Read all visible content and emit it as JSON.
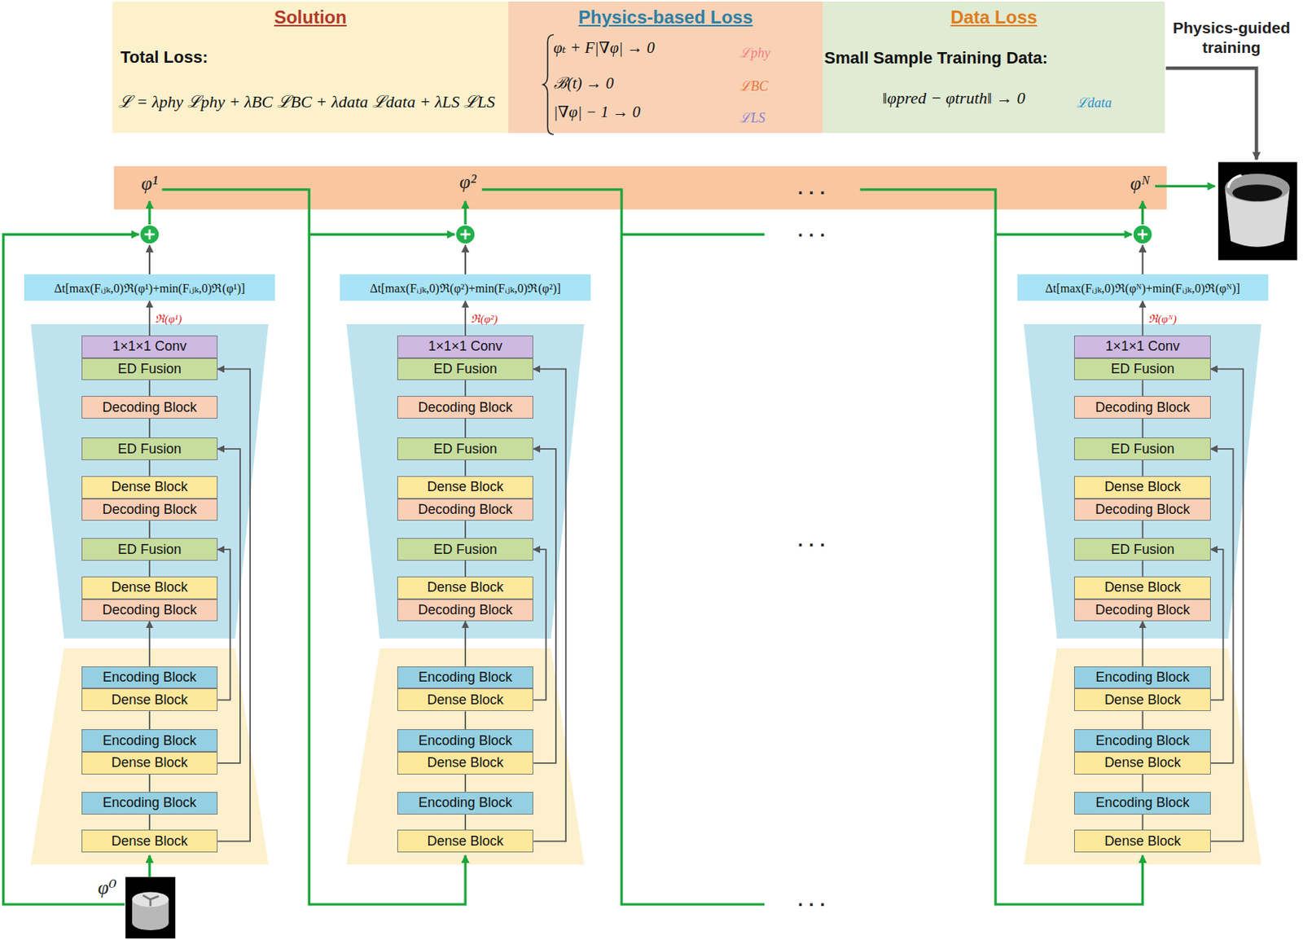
{
  "diagram": {
    "nodes": [
      {
        "text": [
          "Solution",
          "Total Loss:",
          "ℒ = λphy ℒphy + λBC ℒBC + λdata ℒdata + λLS ℒLS"
        ]
      },
      {
        "text": [
          "Physics-based Loss",
          "φₜ + F|∇φ| → 0",
          "ℒphy",
          "ℬ(t) → 0",
          "ℒBC",
          "|∇φ| − 1 → 0",
          "ℒLS"
        ]
      },
      {
        "text": [
          "Data Loss",
          "Small Sample Training Data:",
          "‖φpred − φtruth‖ → 0",
          "ℒdata"
        ]
      },
      {
        "text": [
          "Δt[max(Fᵢⱼₖ,0)ℜ(φ¹)+min(Fᵢⱼₖ,0)ℜ(φ¹)]"
        ]
      },
      {
        "text": [
          "1×1×1 Conv"
        ]
      },
      {
        "text": [
          "ED Fusion"
        ]
      },
      {
        "text": [
          "Decoding Block"
        ]
      },
      {
        "text": [
          "ED Fusion"
        ]
      },
      {
        "text": [
          "Dense Block"
        ]
      },
      {
        "text": [
          "Decoding Block"
        ]
      },
      {
        "text": [
          "ED Fusion"
        ]
      },
      {
        "text": [
          "Dense Block"
        ]
      },
      {
        "text": [
          "Decoding Block"
        ]
      },
      {
        "text": [
          "Encoding Block"
        ]
      },
      {
        "text": [
          "Dense Block"
        ]
      },
      {
        "text": [
          "Encoding Block"
        ]
      },
      {
        "text": [
          "Dense Block"
        ]
      },
      {
        "text": [
          "Encoding Block"
        ]
      },
      {
        "text": [
          "Dense Block"
        ]
      },
      {
        "text": [
          "Δt[max(Fᵢⱼₖ,0)ℜ(φ²)+min(Fᵢⱼₖ,0)ℜ(φ²)]"
        ]
      },
      {
        "text": [
          "1×1×1 Conv"
        ]
      },
      {
        "text": [
          "ED Fusion"
        ]
      },
      {
        "text": [
          "Decoding Block"
        ]
      },
      {
        "text": [
          "ED Fusion"
        ]
      },
      {
        "text": [
          "Dense Block"
        ]
      },
      {
        "text": [
          "Decoding Block"
        ]
      },
      {
        "text": [
          "ED Fusion"
        ]
      },
      {
        "text": [
          "Dense Block"
        ]
      },
      {
        "text": [
          "Decoding Block"
        ]
      },
      {
        "text": [
          "Encoding Block"
        ]
      },
      {
        "text": [
          "Dense Block"
        ]
      },
      {
        "text": [
          "Encoding Block"
        ]
      },
      {
        "text": [
          "Dense Block"
        ]
      },
      {
        "text": [
          "Encoding Block"
        ]
      },
      {
        "text": [
          "Dense Block"
        ]
      },
      {
        "text": [
          "Δt[max(Fᵢⱼₖ,0)ℜ(φᴺ)+min(Fᵢⱼₖ,0)ℜ(φᴺ)]"
        ]
      },
      {
        "text": [
          "1×1×1 Conv"
        ]
      },
      {
        "text": [
          "ED Fusion"
        ]
      },
      {
        "text": [
          "Decoding Block"
        ]
      },
      {
        "text": [
          "ED Fusion"
        ]
      },
      {
        "text": [
          "Dense Block"
        ]
      },
      {
        "text": [
          "Decoding Block"
        ]
      },
      {
        "text": [
          "ED Fusion"
        ]
      },
      {
        "text": [
          "Dense Block"
        ]
      },
      {
        "text": [
          "Decoding Block"
        ]
      },
      {
        "text": [
          "Encoding Block"
        ]
      },
      {
        "text": [
          "Dense Block"
        ]
      },
      {
        "text": [
          "Encoding Block"
        ]
      },
      {
        "text": [
          "Dense Block"
        ]
      },
      {
        "text": [
          "Encoding Block"
        ]
      },
      {
        "text": [
          "Dense Block"
        ]
      }
    ],
    "edges": [
      {
        "from": 18,
        "to": 17,
        "arrow": "none"
      },
      {
        "from": 17,
        "to": 16,
        "arrow": "none"
      },
      {
        "from": 15,
        "to": 14,
        "arrow": "none"
      },
      {
        "from": 13,
        "to": 12,
        "arrow": "to"
      },
      {
        "from": 11,
        "to": 10,
        "arrow": "none"
      },
      {
        "from": 10,
        "to": 9,
        "arrow": "none"
      },
      {
        "from": 8,
        "to": 7,
        "arrow": "none"
      },
      {
        "from": 7,
        "to": 6,
        "arrow": "none"
      },
      {
        "from": 6,
        "to": 5,
        "arrow": "none"
      },
      {
        "from": 18,
        "to": 5,
        "arrow": "to"
      },
      {
        "from": 16,
        "to": 7,
        "arrow": "to"
      },
      {
        "from": 14,
        "to": 10,
        "arrow": "to"
      },
      {
        "from": 4,
        "to": 3,
        "label": "ℜ(φ¹)",
        "arrow": "to"
      },
      {
        "from": 34,
        "to": 33,
        "arrow": "none"
      },
      {
        "from": 33,
        "to": 32,
        "arrow": "none"
      },
      {
        "from": 31,
        "to": 30,
        "arrow": "none"
      },
      {
        "from": 29,
        "to": 28,
        "arrow": "to"
      },
      {
        "from": 27,
        "to": 26,
        "arrow": "none"
      },
      {
        "from": 26,
        "to": 25,
        "arrow": "none"
      },
      {
        "from": 24,
        "to": 23,
        "arrow": "none"
      },
      {
        "from": 23,
        "to": 22,
        "arrow": "none"
      },
      {
        "from": 22,
        "to": 21,
        "arrow": "none"
      },
      {
        "from": 34,
        "to": 21,
        "arrow": "to"
      },
      {
        "from": 32,
        "to": 23,
        "arrow": "to"
      },
      {
        "from": 30,
        "to": 26,
        "arrow": "to"
      },
      {
        "from": 20,
        "to": 19,
        "label": "ℜ(φ²)",
        "arrow": "to"
      },
      {
        "from": 50,
        "to": 49,
        "arrow": "none"
      },
      {
        "from": 49,
        "to": 48,
        "arrow": "none"
      },
      {
        "from": 47,
        "to": 46,
        "arrow": "none"
      },
      {
        "from": 45,
        "to": 44,
        "arrow": "to"
      },
      {
        "from": 43,
        "to": 42,
        "arrow": "none"
      },
      {
        "from": 42,
        "to": 41,
        "arrow": "none"
      },
      {
        "from": 40,
        "to": 39,
        "arrow": "none"
      },
      {
        "from": 39,
        "to": 38,
        "arrow": "none"
      },
      {
        "from": 38,
        "to": 37,
        "arrow": "none"
      },
      {
        "from": 50,
        "to": 37,
        "arrow": "to"
      },
      {
        "from": 48,
        "to": 39,
        "arrow": "to"
      },
      {
        "from": 46,
        "to": 42,
        "arrow": "to"
      },
      {
        "from": 36,
        "to": 35,
        "label": "ℜ(φᴺ)",
        "arrow": "to"
      }
    ],
    "labels": [
      "Physics-guided training",
      "φ¹",
      "φ²",
      "· · ·",
      "φᴺ",
      "· · ·",
      "· · ·",
      "φ⁰",
      "· · ·"
    ]
  }
}
